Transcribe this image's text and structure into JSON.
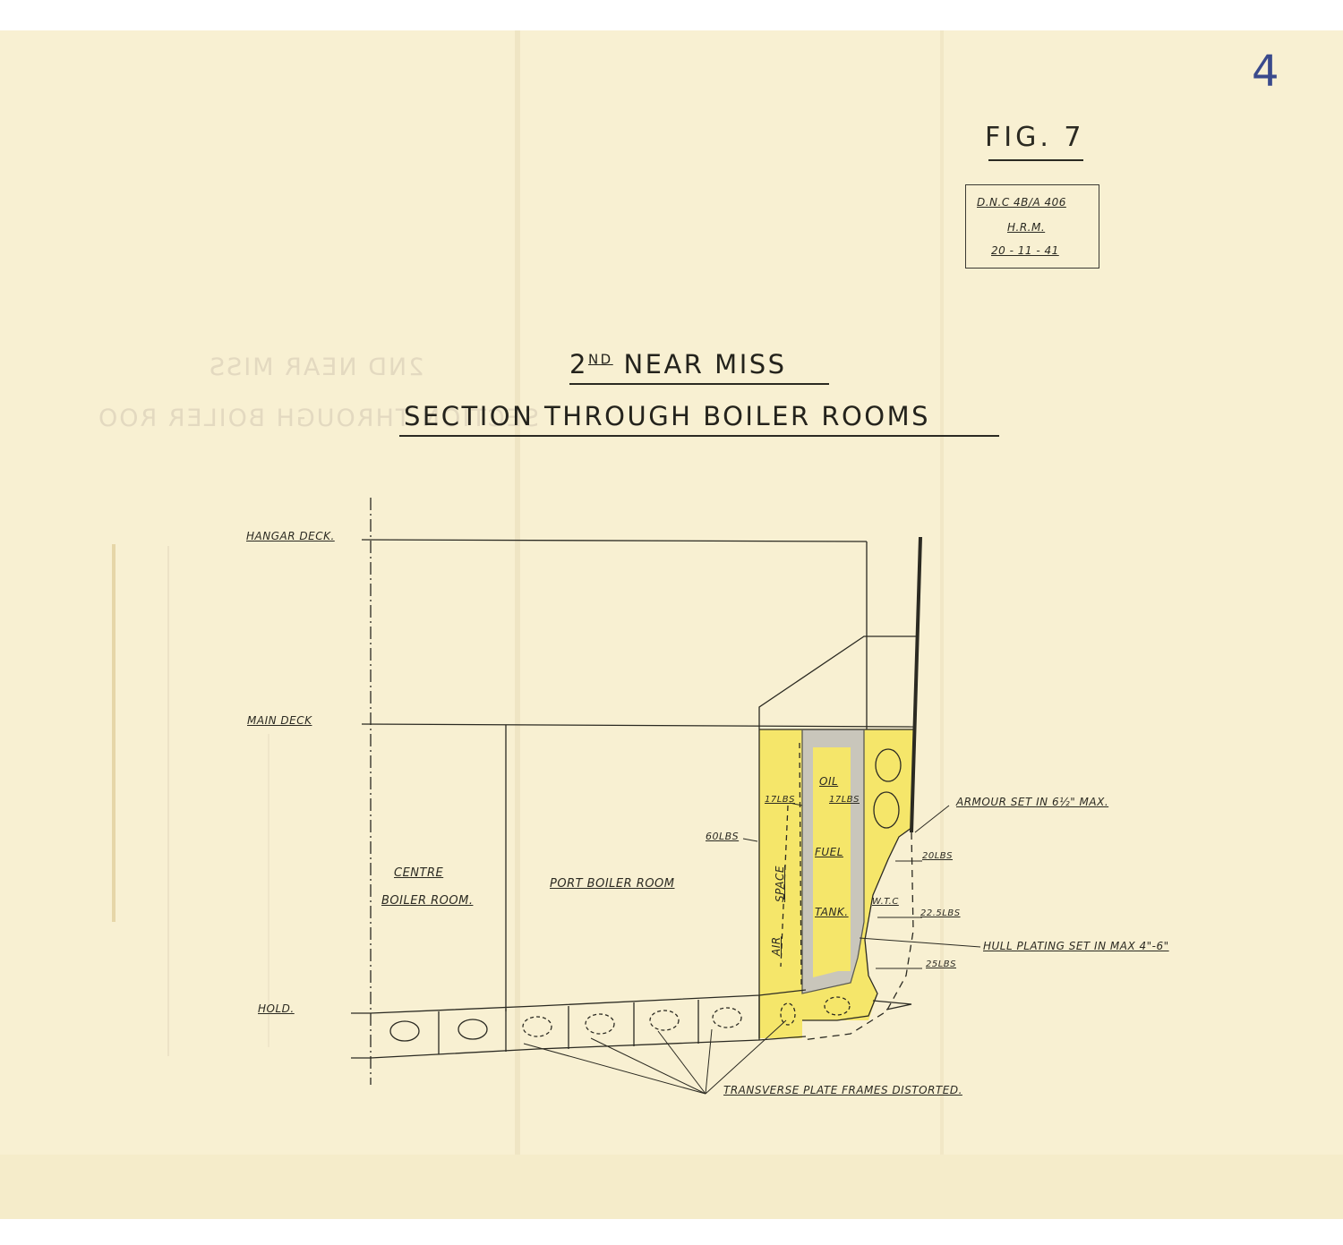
{
  "figure": {
    "page_number": "4",
    "fig_label": "FIG. 7",
    "stamp": {
      "line1": "D.N.C 4B/A 406",
      "line2": "H.R.M.",
      "line3": "20 - 11 - 41"
    },
    "title_line1_main": "2",
    "title_line1_sup": "ND",
    "title_line1_rest": " NEAR MISS",
    "title_line2": "SECTION THROUGH BOILER ROOMS"
  },
  "decks": {
    "hangar": "HANGAR DECK.",
    "main": "MAIN DECK",
    "hold": "HOLD."
  },
  "rooms": {
    "centre_1": "CENTRE",
    "centre_2": "BOILER ROOM.",
    "port": "PORT BOILER ROOM"
  },
  "spaces": {
    "air": "AIR",
    "space": "SPACE",
    "oil": "OIL",
    "fuel": "FUEL",
    "tank": "TANK.",
    "wtc": "W.T.C"
  },
  "weights": {
    "w17_left": "17LBS",
    "w17_right": "17LBS",
    "w60": "60LBS",
    "w20": "20LBS",
    "w22": "22.5LBS",
    "w25": "25LBS"
  },
  "annotations": {
    "armour": "ARMOUR SET IN 6½\" MAX.",
    "hull": "HULL PLATING SET IN MAX 4\"-6\"",
    "frames": "TRANSVERSE PLATE FRAMES DISTORTED."
  },
  "ghost_text": {
    "line1": "2ND NEAR MISS",
    "line2": "SECTION THROUGH BOILER ROO"
  },
  "colors": {
    "paper": "#f8f0d2",
    "ink": "#2b2a22",
    "yellow": "#f5e66a",
    "grey": "#c9c6bb",
    "stamp_blue": "#3a4a8c"
  }
}
